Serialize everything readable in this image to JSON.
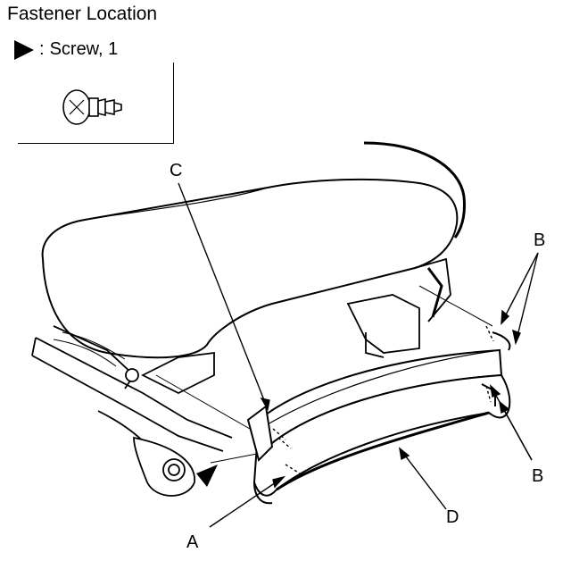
{
  "title": "Fastener Location",
  "legend": {
    "symbol": "triangle-marker-icon",
    "separator": ":",
    "label": "Screw, 1"
  },
  "callouts": {
    "a": "A",
    "b_top": "B",
    "b_bottom": "B",
    "c": "C",
    "d": "D"
  }
}
